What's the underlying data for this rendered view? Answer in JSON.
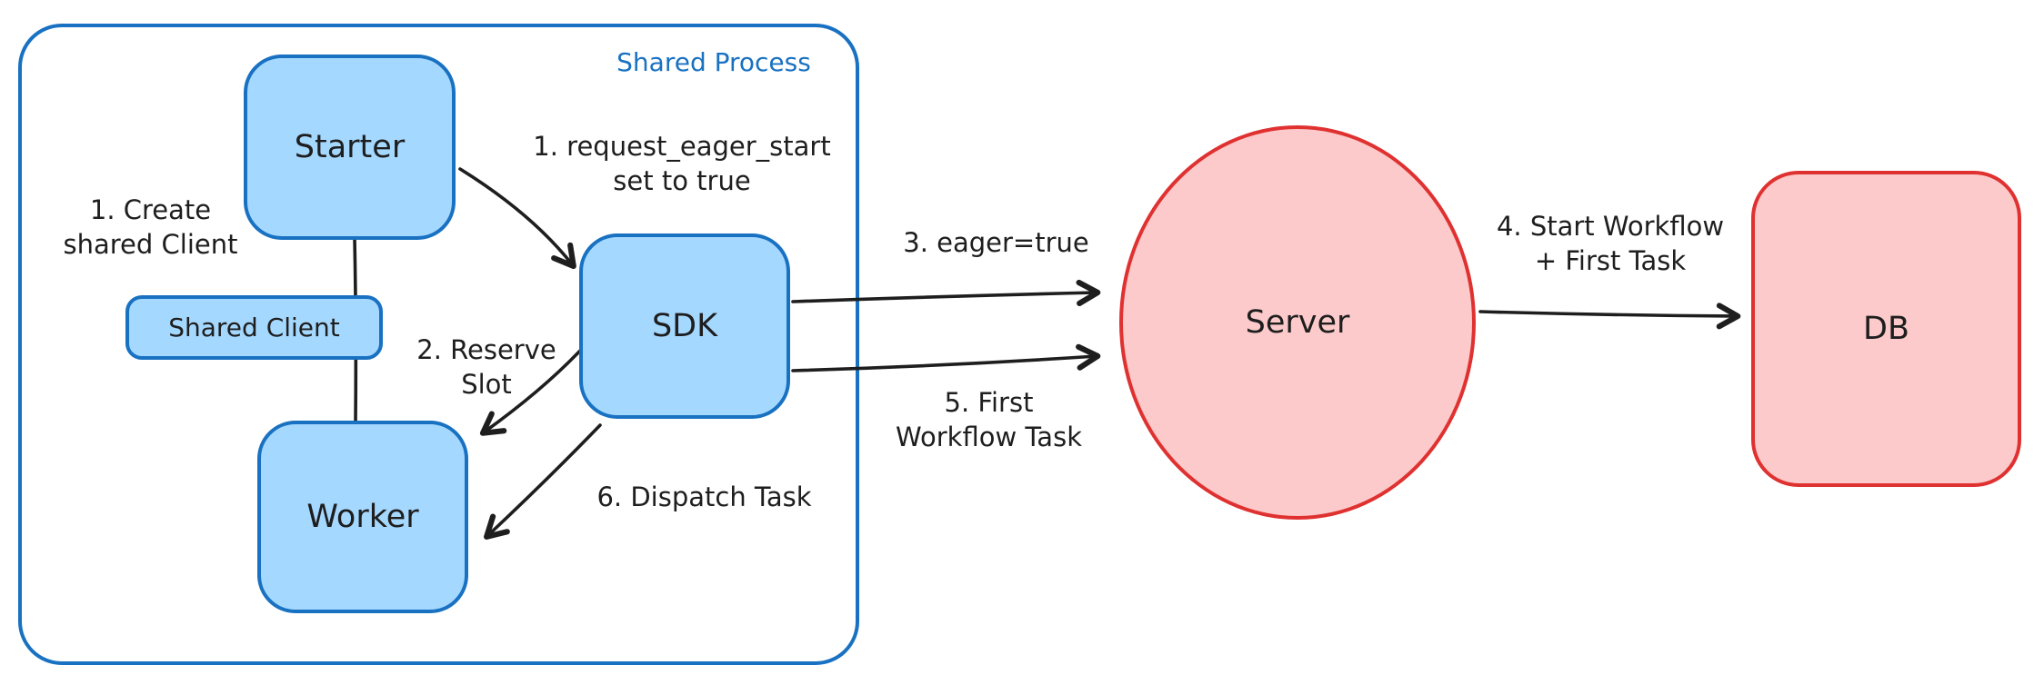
{
  "container": {
    "label": "Shared Process"
  },
  "nodes": {
    "starter": "Starter",
    "shared_client": "Shared Client",
    "worker": "Worker",
    "sdk": "SDK",
    "server": "Server",
    "db": "DB"
  },
  "labels": {
    "create_shared_client": {
      "line1": "1. Create",
      "line2": "shared Client"
    },
    "request_eager_start": {
      "line1": "1. request_eager_start",
      "line2": "set to true"
    },
    "reserve_slot": {
      "line1": "2. Reserve",
      "line2": "Slot"
    },
    "eager_true": "3. eager=true",
    "start_workflow": {
      "line1": "4. Start Workflow",
      "line2": "+ First Task"
    },
    "first_workflow_task": {
      "line1": "5. First",
      "line2": "Workflow Task"
    },
    "dispatch_task": "6. Dispatch Task"
  },
  "colors": {
    "blue_stroke": "#1971c2",
    "blue_fill": "#a5d8ff",
    "red_stroke": "#e03131",
    "red_fill": "#ffc9c9",
    "arrow": "#1e1e1e"
  }
}
